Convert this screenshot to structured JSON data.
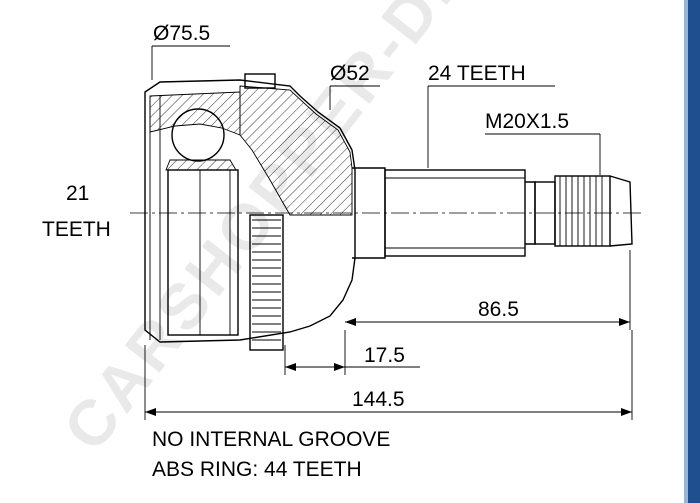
{
  "diagram": {
    "dimensions": {
      "outer_diameter": "Ø75.5",
      "neck_diameter": "Ø52",
      "outer_spline": "24 TEETH",
      "thread": "M20X1.5",
      "inner_spline_count": "21",
      "inner_spline_unit": "TEETH",
      "stub_length": "86.5",
      "abs_ring_offset": "17.5",
      "overall_length": "144.5"
    },
    "notes": {
      "groove": "NO INTERNAL GROOVE",
      "abs_ring": "ABS RING: 44 TEETH"
    },
    "watermark": "CARSHOPPER-DIRECT"
  }
}
